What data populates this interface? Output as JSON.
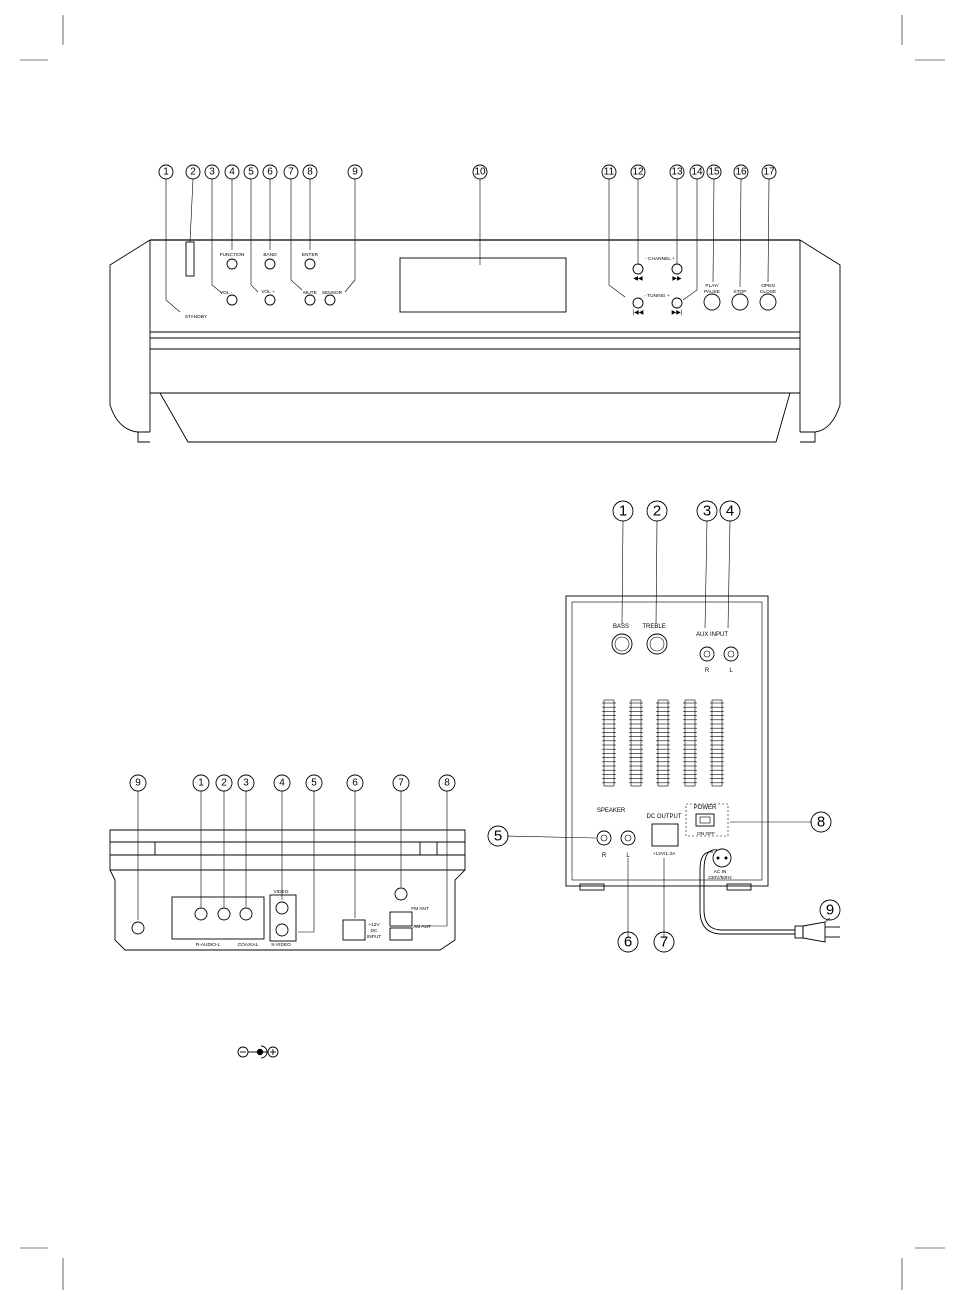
{
  "front_panel": {
    "callouts": [
      "1",
      "2",
      "3",
      "4",
      "5",
      "6",
      "7",
      "8",
      "9",
      "10",
      "11",
      "12",
      "13",
      "14",
      "15",
      "16",
      "17"
    ],
    "labels": {
      "standby": "STANDBY",
      "function": "FUNCTION",
      "vol_minus": "VOL -",
      "band": "BAND",
      "vol_plus": "VOL +",
      "enter": "ENTER",
      "mute": "MUTE",
      "sensor": "SENSOR",
      "channel": "- CHANNEL +",
      "tuning": "- TUNING +",
      "play_pause_1": "PLAY/",
      "play_pause_2": "PAUSE",
      "stop": "STOP",
      "open_close_1": "OPEN",
      "open_close_2": "CLOSE"
    }
  },
  "rear_panel": {
    "callouts": [
      "9",
      "1",
      "2",
      "3",
      "4",
      "5",
      "6",
      "7",
      "8"
    ],
    "labels": {
      "video": "VIDEO",
      "fm_ant": "FM ANT",
      "dc_12v": "+12V",
      "dc": "DC",
      "input": "INPUT",
      "am_ant": "AM ANT",
      "audio": "R-AUDIO-L",
      "coaxial": "COAXIAL",
      "svideo": "S-VIDEO"
    }
  },
  "subwoofer": {
    "callouts": [
      "1",
      "2",
      "3",
      "4",
      "5",
      "6",
      "7",
      "8",
      "9"
    ],
    "labels": {
      "bass": "BASS",
      "treble": "TREBLE",
      "aux_input": "AUX INPUT",
      "r": "R",
      "l": "L",
      "speaker": "SPEAKER",
      "dc_output": "DC OUTPUT",
      "dc_rating": "+12V/1.3A",
      "power": "POWER",
      "on_off": "ON OFF",
      "ac_in_1": "AC IN",
      "ac_in_2": "230V/50Hz"
    }
  }
}
